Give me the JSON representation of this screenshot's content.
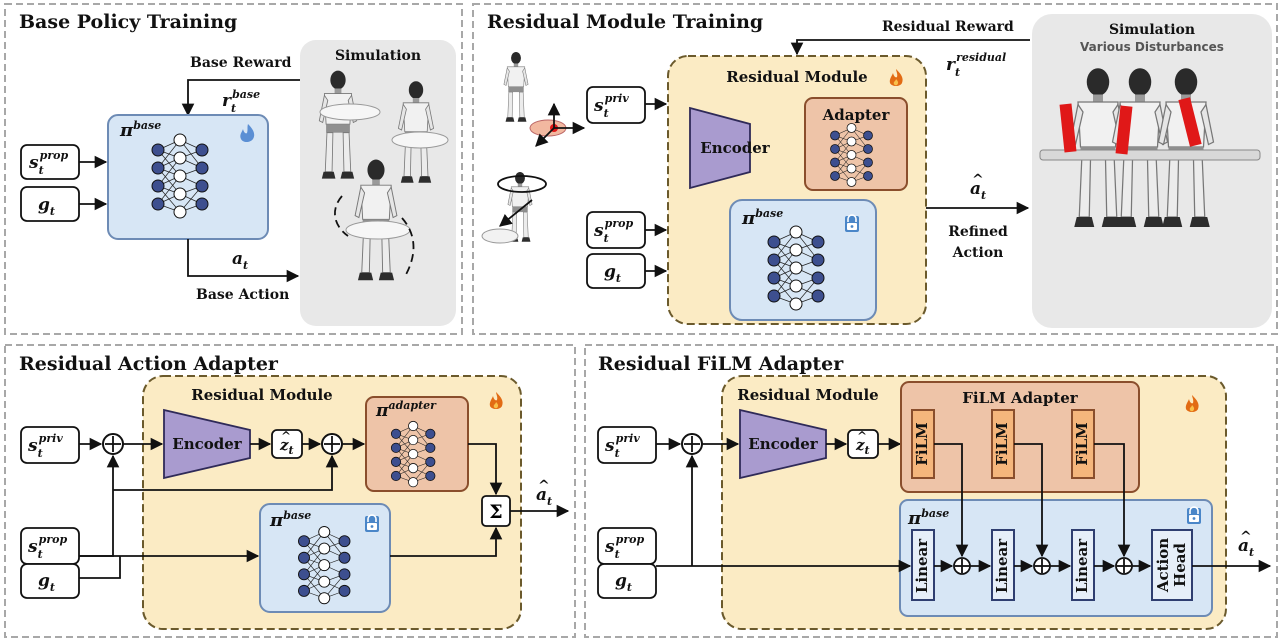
{
  "panels": {
    "base_policy_training": {
      "title": "Base Policy Training",
      "sim_label": "Simulation",
      "base_reward": "Base Reward",
      "base_action": "Base Action",
      "policy": {
        "sym": "π",
        "sup": "base"
      },
      "inputs": [
        {
          "sym": "s",
          "sub": "t",
          "sup": "prop"
        },
        {
          "sym": "g",
          "sub": "t",
          "sup": ""
        }
      ],
      "reward_var": {
        "sym": "r",
        "sub": "t",
        "sup": "base"
      },
      "action_var": {
        "sym": "a",
        "sub": "t"
      }
    },
    "residual_module_training": {
      "title": "Residual Module Training",
      "residual_reward": "Residual Reward",
      "reward_var": {
        "sym": "r",
        "sub": "t",
        "sup": "residual"
      },
      "module_label": "Residual Module",
      "adapter_label": "Adapter",
      "encoder_label": "Encoder",
      "policy": {
        "sym": "π",
        "sup": "base"
      },
      "inputs": [
        {
          "sym": "s",
          "sub": "t",
          "sup": "priv"
        },
        {
          "sym": "s",
          "sub": "t",
          "sup": "prop"
        },
        {
          "sym": "g",
          "sub": "t",
          "sup": ""
        }
      ],
      "output_var": {
        "sym": "a",
        "sub": "t",
        "hat": "^"
      },
      "refined_line1": "Refined",
      "refined_line2": "Action",
      "sim_label": "Simulation",
      "sim_sublabel": "Various Disturbances"
    },
    "residual_action_adapter": {
      "title": "Residual Action Adapter",
      "module_label": "Residual Module",
      "encoder_label": "Encoder",
      "latent_var": {
        "sym": "z",
        "sub": "t",
        "hat": "^"
      },
      "adapter_policy": {
        "sym": "π",
        "sup": "adapter"
      },
      "policy": {
        "sym": "π",
        "sup": "base"
      },
      "sum_symbol": "Σ",
      "inputs": [
        {
          "sym": "s",
          "sub": "t",
          "sup": "priv"
        },
        {
          "sym": "s",
          "sub": "t",
          "sup": "prop"
        },
        {
          "sym": "g",
          "sub": "t",
          "sup": ""
        }
      ],
      "output_var": {
        "sym": "a",
        "sub": "t",
        "hat": "^"
      }
    },
    "residual_film_adapter": {
      "title": "Residual FiLM Adapter",
      "module_label": "Residual Module",
      "film_adapter_label": "FiLM Adapter",
      "film_blocks": [
        "FiLM",
        "FiLM",
        "FiLM"
      ],
      "encoder_label": "Encoder",
      "latent_var": {
        "sym": "z",
        "sub": "t",
        "hat": "^"
      },
      "policy": {
        "sym": "π",
        "sup": "base"
      },
      "layers": [
        "Linear",
        "Linear",
        "Linear"
      ],
      "head_line1": "Action",
      "head_line2": "Head",
      "inputs": [
        {
          "sym": "s",
          "sub": "t",
          "sup": "priv"
        },
        {
          "sym": "s",
          "sub": "t",
          "sup": "prop"
        },
        {
          "sym": "g",
          "sub": "t",
          "sup": ""
        }
      ],
      "output_var": {
        "sym": "a",
        "sub": "t",
        "hat": "^"
      }
    }
  },
  "colors": {
    "panel_border": "#a8a8a8",
    "module_fill": "#fbebc4",
    "module_border": "#6b5a2c",
    "policy_fill": "#d7e6f5",
    "policy_border": "#6d8bb5",
    "adapter_fill": "#eec4a8",
    "adapter_border": "#8a4e2c",
    "encoder_fill": "#a99bcf",
    "film_fill": "#f5b67c",
    "film_border": "#8a4e2c",
    "node_fill": "#3d4f8f",
    "flame": "#e26b14",
    "lock": "#4a86c8",
    "sim_bg": "#e8e8e8",
    "disturbance": "#e01818"
  },
  "icons": [
    "flame-icon",
    "lock-icon",
    "neural-net-icon",
    "humanoid-robot-icon",
    "sum-icon",
    "add-icon"
  ]
}
